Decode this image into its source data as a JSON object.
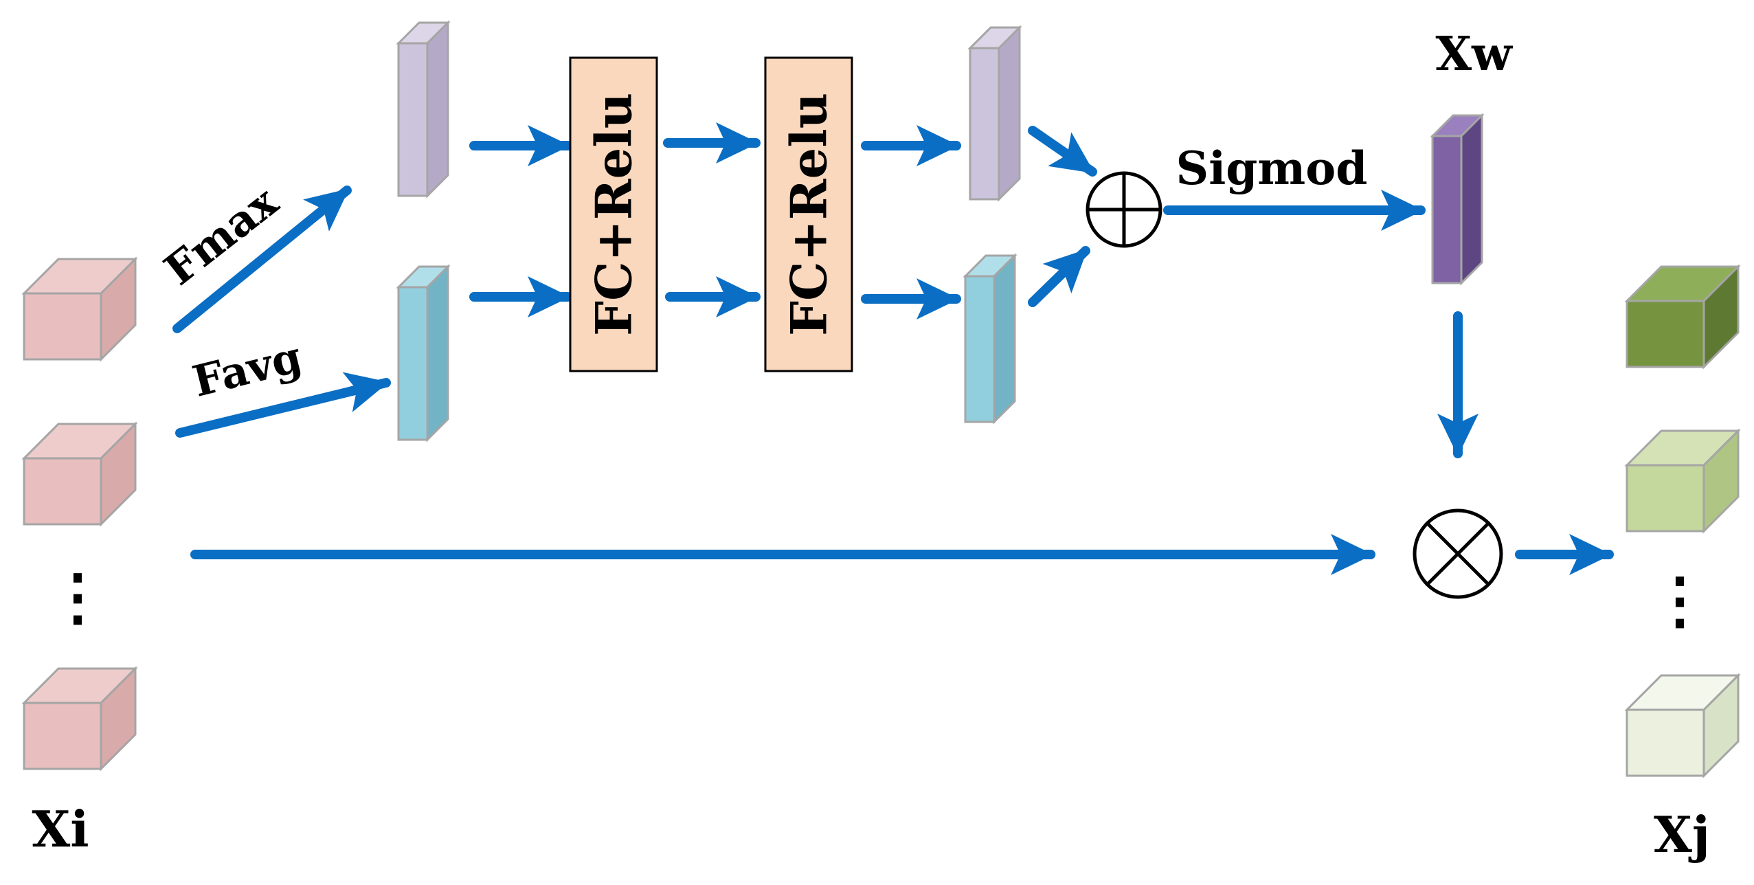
{
  "labels": {
    "input": "Xi",
    "output": "Xj",
    "weights": "Xw",
    "max_pool": "Fmax",
    "avg_pool": "Favg",
    "fc_block_1": "FC+Relu",
    "fc_block_2": "FC+Relu",
    "activation": "Sigmod"
  },
  "symbols": {
    "add": "⊕",
    "multiply": "⊗",
    "ellipsis": "⋮"
  },
  "colors": {
    "arrow": "#0A6EC4",
    "input_cube": "#E8BEBE",
    "max_bar": "#CCC4DC",
    "avg_bar": "#92CFDE",
    "fc_block": "#FAD8BE",
    "weights_bar": "#7E62A3",
    "output_cube_1": "#769440",
    "output_cube_2": "#C4D79C",
    "output_cube_3": "#EBF1DE"
  }
}
